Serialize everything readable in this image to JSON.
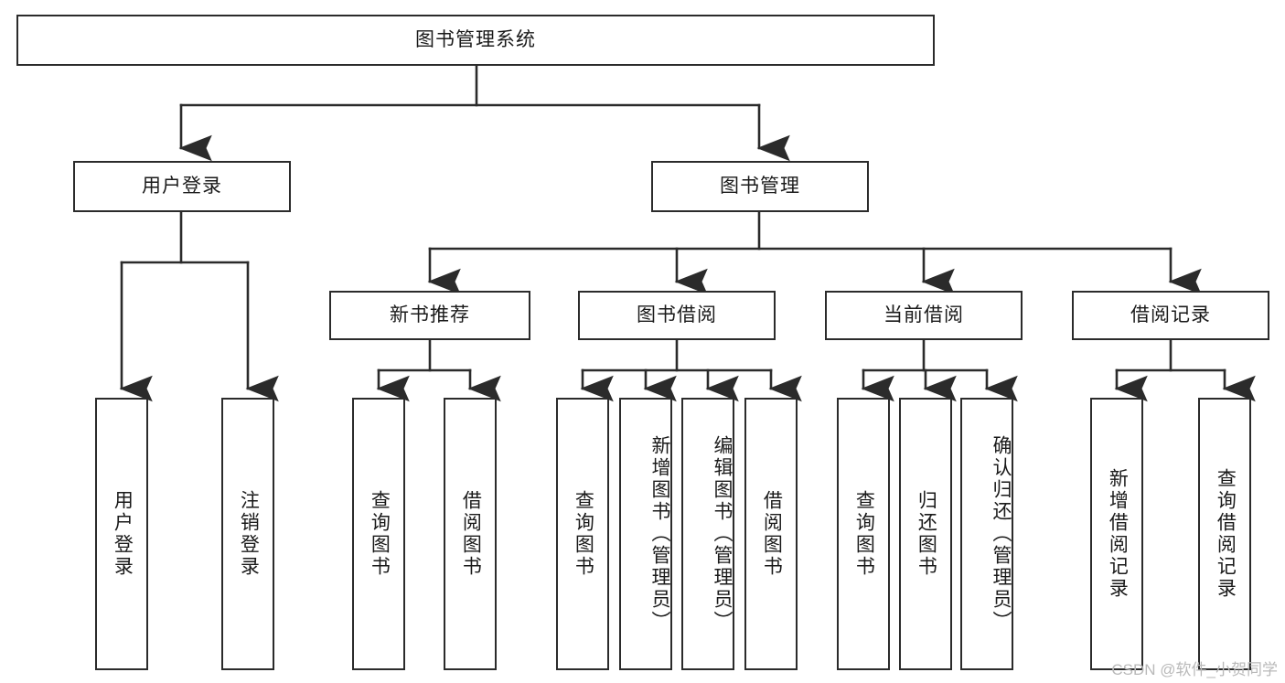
{
  "diagram": {
    "title": "图书管理系统",
    "type": "tree-hierarchy",
    "line_color": "#2b2b2b",
    "text_color": "#1a1a1a",
    "background": "#ffffff"
  },
  "watermark": {
    "text": "CSDN @软件_小贺同学",
    "color": "#b9b9b9"
  },
  "nodes": {
    "root": {
      "label": "图书管理系统"
    },
    "level2": [
      {
        "id": "user-login",
        "label": "用户登录"
      },
      {
        "id": "book-manage",
        "label": "图书管理"
      }
    ],
    "level3": [
      {
        "id": "new-book-recommend",
        "label": "新书推荐"
      },
      {
        "id": "book-borrow",
        "label": "图书借阅"
      },
      {
        "id": "current-borrow",
        "label": "当前借阅"
      },
      {
        "id": "borrow-record",
        "label": "借阅记录"
      }
    ],
    "leaves": {
      "user_login": [
        {
          "id": "leaf-user-login",
          "label": "用户登录"
        },
        {
          "id": "leaf-logout",
          "label": "注销登录"
        }
      ],
      "new_book_recommend": [
        {
          "id": "leaf-query-book-1",
          "label": "查询图书"
        },
        {
          "id": "leaf-borrow-book-1",
          "label": "借阅图书"
        }
      ],
      "book_borrow": [
        {
          "id": "leaf-query-book-2",
          "label": "查询图书"
        },
        {
          "id": "leaf-add-book",
          "label": "新增图书（管理员）"
        },
        {
          "id": "leaf-edit-book",
          "label": "编辑图书（管理员）"
        },
        {
          "id": "leaf-borrow-book-2",
          "label": "借阅图书"
        }
      ],
      "current_borrow": [
        {
          "id": "leaf-query-book-3",
          "label": "查询图书"
        },
        {
          "id": "leaf-return-book",
          "label": "归还图书"
        },
        {
          "id": "leaf-confirm-return",
          "label": "确认归还（管理员）"
        }
      ],
      "borrow_record": [
        {
          "id": "leaf-add-record",
          "label": "新增借阅记录"
        },
        {
          "id": "leaf-query-record",
          "label": "查询借阅记录"
        }
      ]
    }
  }
}
